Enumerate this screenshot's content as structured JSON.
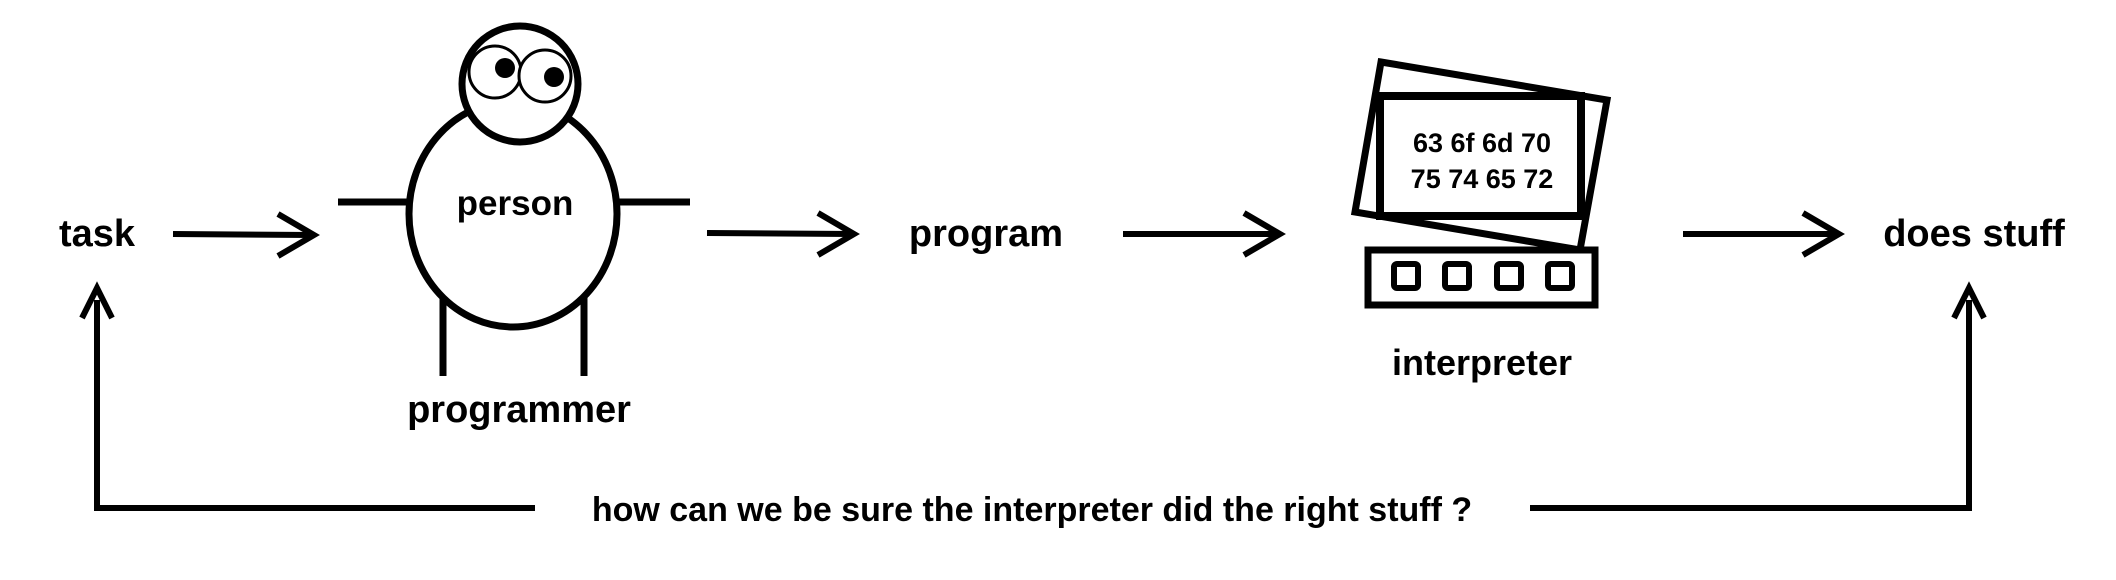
{
  "nodes": {
    "task": "task",
    "person": "person",
    "programmer": "programmer",
    "program": "program",
    "interpreter": "interpreter",
    "does_stuff": "does stuff"
  },
  "screen": {
    "line1": "63 6f 6d 70",
    "line2": "75 74 65 72"
  },
  "feedback": {
    "question": "how can we be sure the interpreter did the right stuff ?"
  },
  "colors": {
    "ink": "#000000",
    "background": "#ffffff"
  }
}
